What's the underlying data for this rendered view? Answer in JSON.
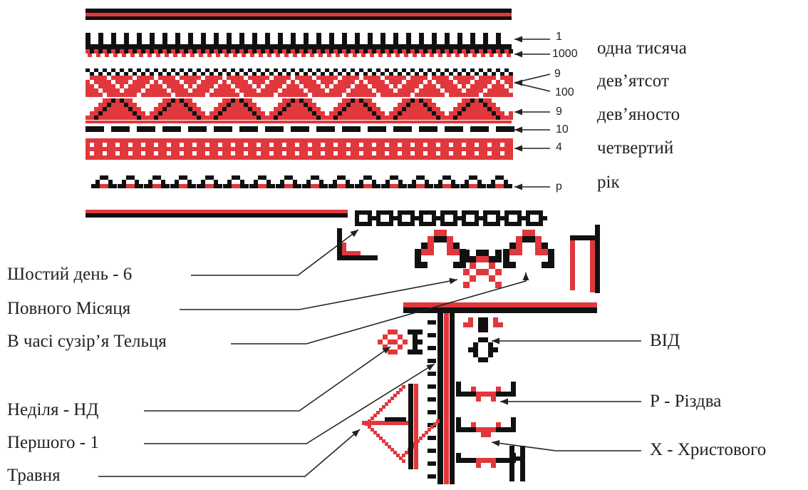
{
  "colors": {
    "red": "#e0383c",
    "black": "#111111",
    "line": "#222222",
    "background": "#ffffff"
  },
  "number_markers": {
    "m1": "1",
    "m1000": "1000",
    "m9a": "9",
    "m100": "100",
    "m9b": "9",
    "m10": "10",
    "m4": "4",
    "mp": "р"
  },
  "row_labels": {
    "one_thousand": "одна тисяча",
    "nine_hundred": "дев’ятсот",
    "ninety": "дев’яносто",
    "fourth": "четвертий",
    "year": "рік"
  },
  "left_labels": {
    "sixth_day": "Шостий день - 6",
    "full_moon": "Повного Місяця",
    "taurus": "В часі сузір’я Тельця",
    "sunday": "Неділя - НД",
    "first": "Першого - 1",
    "may": "Травня"
  },
  "right_labels": {
    "from": "ВІД",
    "christmas": "Р - Різдва",
    "christ": "Х - Христового"
  }
}
